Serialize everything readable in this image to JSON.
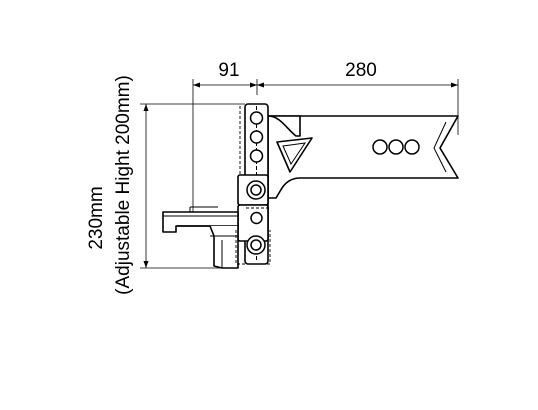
{
  "dimensions": {
    "offset_label": "91",
    "length_label": "280",
    "height_label": "230mm",
    "adjustable_label": "(Adjustable Hight 200mm)"
  },
  "colors": {
    "line": "#000000",
    "background": "#ffffff"
  }
}
